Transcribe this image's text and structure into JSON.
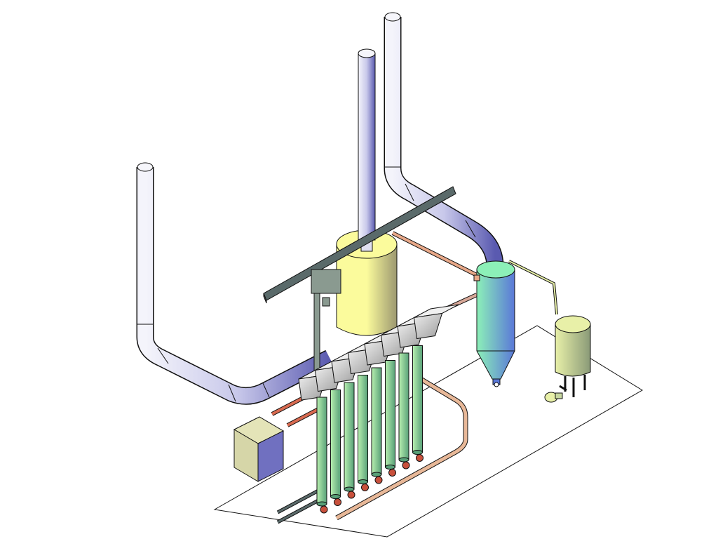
{
  "colors": {
    "background": "#ffffff",
    "duct_light": "#f4f4fb",
    "duct_mid": "#c8c8ea",
    "duct_dark": "#5a5ab0",
    "tank_yellow_light": "#fbfb9c",
    "tank_yellow_dark": "#9c9870",
    "cyclone_light": "#8cf0b8",
    "cyclone_dark": "#5a78d8",
    "receiver_light": "#e8f0a8",
    "receiver_dark": "#8a9a78",
    "column_light": "#b8f0b0",
    "column_dark": "#58a078",
    "hood_light": "#eeeeee",
    "hood_dark": "#9c9c9c",
    "beam": "#5a6a6a",
    "control_box": "#d6d6a8",
    "pipe_orange": "#e8a888",
    "pipe_red": "#d86a50",
    "valve_red": "#c8503c",
    "outline": "#101010"
  },
  "components": [
    {
      "name": "ground-outline"
    },
    {
      "name": "left-stack-duct"
    },
    {
      "name": "center-stack-duct"
    },
    {
      "name": "right-stack-duct"
    },
    {
      "name": "yellow-storage-tank"
    },
    {
      "name": "support-beam"
    },
    {
      "name": "cyclone-separator"
    },
    {
      "name": "receiver-tank"
    },
    {
      "name": "hood-manifold"
    },
    {
      "name": "column-bank"
    },
    {
      "name": "control-cabinet"
    },
    {
      "name": "distribution-pipes"
    }
  ]
}
